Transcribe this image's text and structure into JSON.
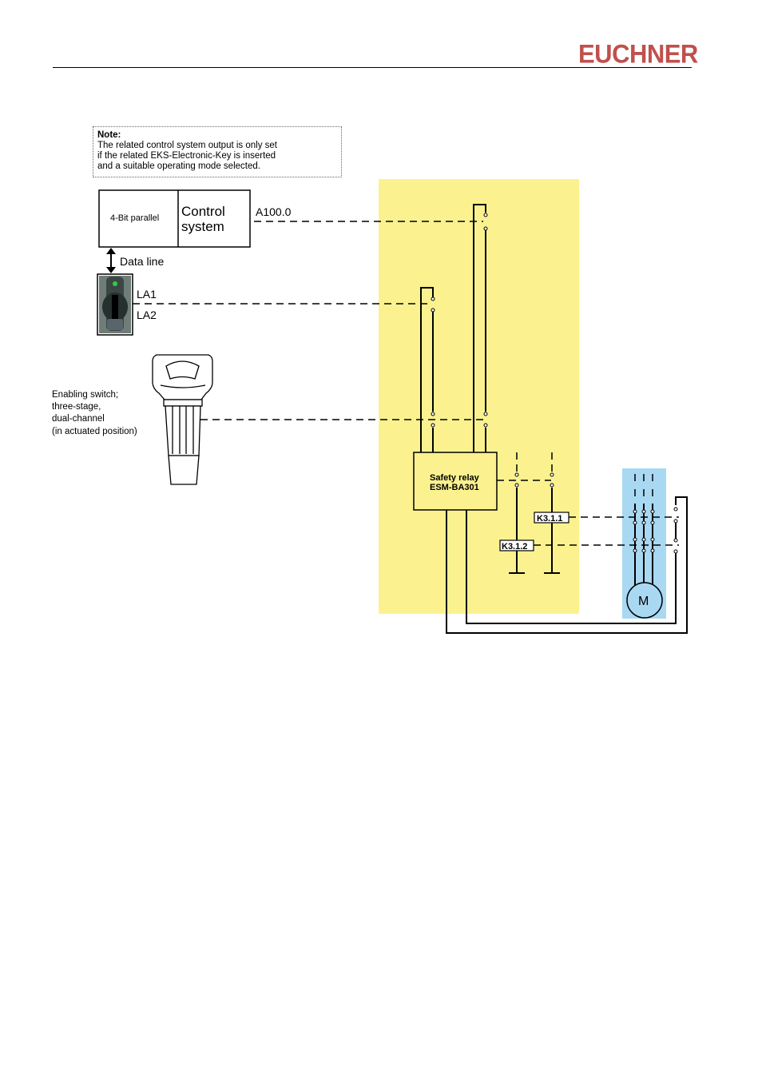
{
  "brand": {
    "logo_text": "EUCHNER",
    "color": "#c0504d"
  },
  "note": {
    "heading": "Note:",
    "line1": "The related control system output is only set",
    "line2": "if the related EKS-Electronic-Key is inserted",
    "line3": "and a suitable operating mode selected."
  },
  "control_box": {
    "left_label": "4-Bit parallel",
    "right_line1": "Control",
    "right_line2": "system"
  },
  "labels": {
    "output": "A100.0",
    "data_line": "Data line",
    "la1": "LA1",
    "la2": "LA2",
    "enabling_line1": "Enabling switch;",
    "enabling_line2": "three-stage,",
    "enabling_line3": "dual-channel",
    "enabling_line4": "(in actuated position)",
    "relay_line1": "Safety relay",
    "relay_line2": "ESM-BA301",
    "k311": "K3.1.1",
    "k312": "K3.1.2",
    "motor": "M"
  },
  "colors": {
    "yellow_zone": "#fbf28f",
    "blue_zone": "#a9d8f2"
  }
}
